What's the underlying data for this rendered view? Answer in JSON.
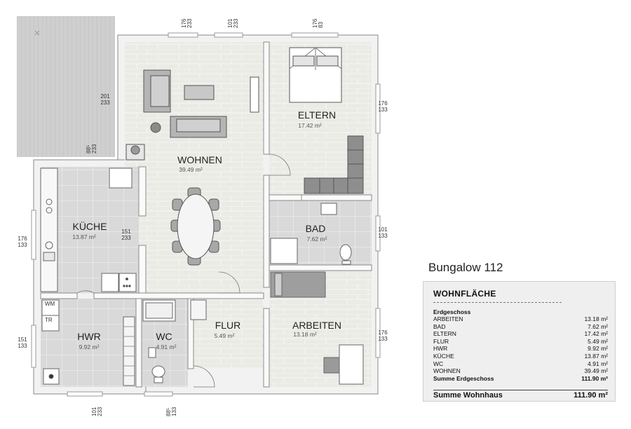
{
  "title": "Bungalow 112",
  "rooms": {
    "wohnen": {
      "name": "WOHNEN",
      "area": "39.49 m²"
    },
    "eltern": {
      "name": "ELTERN",
      "area": "17.42 m²"
    },
    "kueche": {
      "name": "KÜCHE",
      "area": "13.87 m²"
    },
    "bad": {
      "name": "BAD",
      "area": "7.62 m²"
    },
    "hwr": {
      "name": "HWR",
      "area": "9.92 m²"
    },
    "wc": {
      "name": "WC",
      "area": "4.91 m²"
    },
    "flur": {
      "name": "FLUR",
      "area": "5.49 m²"
    },
    "arbeiten": {
      "name": "ARBEITEN",
      "area": "13.18 m²"
    }
  },
  "appliance_labels": {
    "wm": "WM",
    "tr": "TR"
  },
  "dimensions": {
    "top_1": [
      "176",
      "233"
    ],
    "top_2": [
      "101",
      "233"
    ],
    "top_3": [
      "176",
      "83"
    ],
    "terrace": [
      "201",
      "233"
    ],
    "small_left": [
      "88⁵",
      "233"
    ],
    "right_1": [
      "176",
      "133"
    ],
    "right_2": [
      "101",
      "133"
    ],
    "right_3": [
      "176",
      "133"
    ],
    "left_1": [
      "176",
      "133"
    ],
    "left_2": [
      "151",
      "133"
    ],
    "inner_kitchen": [
      "151",
      "233"
    ],
    "bottom_1": [
      "101",
      "233"
    ],
    "bottom_2": [
      "88⁵",
      "133"
    ]
  },
  "panel": {
    "heading": "WOHNFLÄCHE",
    "subheading": "Erdgeschoss",
    "rows": [
      {
        "label": "ARBEITEN",
        "value": "13.18 m²"
      },
      {
        "label": "BAD",
        "value": "7.62 m²"
      },
      {
        "label": "ELTERN",
        "value": "17.42 m²"
      },
      {
        "label": "FLUR",
        "value": "5.49 m²"
      },
      {
        "label": "HWR",
        "value": "9.92 m²"
      },
      {
        "label": "KÜCHE",
        "value": "13.87 m²"
      },
      {
        "label": "WC",
        "value": "4.91 m²"
      },
      {
        "label": "WOHNEN",
        "value": "39.49 m²"
      }
    ],
    "sum_floor_label": "Summe Erdgeschoss",
    "sum_floor_value": "111.90 m²",
    "sum_total_label": "Summe Wohnhaus",
    "sum_total_value": "111.90 m²"
  }
}
